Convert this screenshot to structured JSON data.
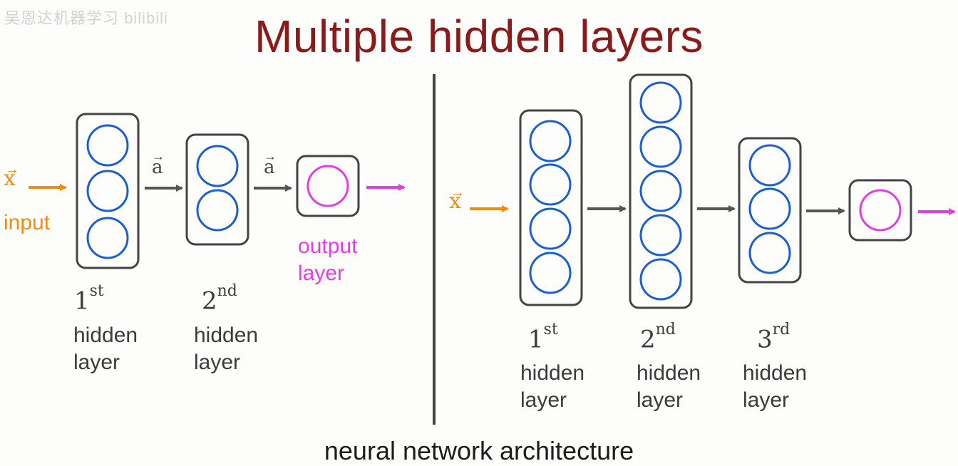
{
  "watermark": "吴恩达机器学习 bilibili",
  "title": "Multiple hidden layers",
  "caption": "neural network architecture",
  "colors": {
    "title": "#8b1a1a",
    "neuron": "#1e5fd0",
    "output_neuron": "#e040e0",
    "input": "#f08c12",
    "arrow": "#555555"
  },
  "left_network": {
    "input_symbol": "x",
    "input_label": "input",
    "activation_symbol": "a",
    "output_label_line1": "output",
    "output_label_line2": "layer",
    "layers": [
      {
        "ordinal": "1",
        "suffix": "st",
        "line1": "hidden",
        "line2": "layer",
        "neurons": 3
      },
      {
        "ordinal": "2",
        "suffix": "nd",
        "line1": "hidden",
        "line2": "layer",
        "neurons": 2
      }
    ]
  },
  "right_network": {
    "input_symbol": "x",
    "layers": [
      {
        "ordinal": "1",
        "suffix": "st",
        "line1": "hidden",
        "line2": "layer",
        "neurons": 4
      },
      {
        "ordinal": "2",
        "suffix": "nd",
        "line1": "hidden",
        "line2": "layer",
        "neurons": 5
      },
      {
        "ordinal": "3",
        "suffix": "rd",
        "line1": "hidden",
        "line2": "layer",
        "neurons": 3
      }
    ]
  }
}
